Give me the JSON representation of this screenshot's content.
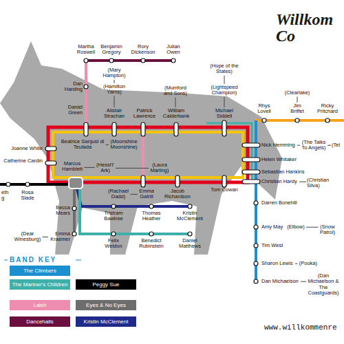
{
  "diagram": {
    "title": "Willkom Co",
    "nodes": [
      {
        "text": [
          "Martha Roswell"
        ]
      },
      {
        "text": [
          "Benjamin Gregory"
        ]
      },
      {
        "text": [
          "Rory Dickenson"
        ]
      },
      {
        "text": [
          "Julian Owen"
        ]
      },
      {
        "text": [
          "(Mary Hampton)"
        ]
      },
      {
        "text": [
          "(Hamilton Yarns)"
        ]
      },
      {
        "text": [
          "(Mumford and Sons)"
        ]
      },
      {
        "text": [
          "(Hope of the States)"
        ]
      },
      {
        "text": [
          "(Lightspeed Champion)"
        ]
      },
      {
        "text": [
          "Dan Harding"
        ]
      },
      {
        "text": [
          "Daniel Green"
        ]
      },
      {
        "text": [
          "Alistair Strachan"
        ]
      },
      {
        "text": [
          "Patrick Lawrence"
        ]
      },
      {
        "text": [
          "William Calderbank"
        ]
      },
      {
        "text": [
          "Michael Siddell"
        ]
      },
      {
        "text": [
          "Rhys Lovell"
        ]
      },
      {
        "text": [
          "(Clearlake)"
        ]
      },
      {
        "text": [
          "Jim Briffet"
        ]
      },
      {
        "text": [
          "Ricky Pritchard"
        ]
      },
      {
        "text": [
          "Joanne White"
        ]
      },
      {
        "text": [
          "Beatrice Sanjust di Teulada"
        ]
      },
      {
        "text": [
          "(Moonshine Moonshine)"
        ]
      },
      {
        "text": [
          "Nick Hemming"
        ]
      },
      {
        "text": [
          "(The Talks To Angels)"
        ]
      },
      {
        "text": [
          "(Tel"
        ]
      },
      {
        "text": [
          "Catherine Cardin"
        ]
      },
      {
        "text": [
          "Helen Whitaker"
        ]
      },
      {
        "text": [
          "Marcus Hamblett"
        ]
      },
      {
        "text": [
          "(Hessi'l' Ark)"
        ]
      },
      {
        "text": [
          "(Laura Marling)"
        ]
      },
      {
        "text": [
          "Sebastian Hankins"
        ]
      },
      {
        "text": [
          "Christian Hardy"
        ]
      },
      {
        "text": [
          "(Christian Silva)"
        ]
      },
      {
        "text": [
          "eth g"
        ]
      },
      {
        "text": [
          "Rosa Slade"
        ]
      },
      {
        "text": [
          "(Rachael Dadd)"
        ]
      },
      {
        "text": [
          "Emma Gatrill"
        ]
      },
      {
        "text": [
          "Jacob Richardson"
        ]
      },
      {
        "text": [
          "Tom Cowan"
        ]
      },
      {
        "text": [
          "Darren Bonehill"
        ]
      },
      {
        "text": [
          "Becca Mears"
        ]
      },
      {
        "text": [
          "Tristram Bawtree"
        ]
      },
      {
        "text": [
          "Thomas Heather"
        ]
      },
      {
        "text": [
          "Kristin McClement"
        ]
      },
      {
        "text": [
          "Amy May"
        ]
      },
      {
        "text": [
          "(Elbow)"
        ]
      },
      {
        "text": [
          "(Snow Patrol)"
        ]
      },
      {
        "text": [
          "(Dear Winesburg)"
        ]
      },
      {
        "text": [
          "Emma Kraemer"
        ]
      },
      {
        "text": [
          "Felix Weldon"
        ]
      },
      {
        "text": [
          "Benedict Rubinstein"
        ]
      },
      {
        "text": [
          "Daniel Matthews"
        ]
      },
      {
        "text": [
          "Tim West"
        ]
      },
      {
        "text": [
          "Sharon Lewis"
        ]
      },
      {
        "text": [
          "(Pooka)"
        ]
      },
      {
        "text": [
          "Dan Michaelson"
        ]
      },
      {
        "text": [
          "(Dan Michaelson & The Coastguards)"
        ]
      }
    ],
    "edges": [
      {
        "from": 11,
        "to": 5,
        "arrow": "none"
      },
      {
        "from": 5,
        "to": 4,
        "arrow": "none"
      },
      {
        "from": 13,
        "to": 6,
        "arrow": "none"
      },
      {
        "from": 14,
        "to": 8,
        "arrow": "none"
      },
      {
        "from": 8,
        "to": 7,
        "arrow": "none"
      },
      {
        "from": 17,
        "to": 16,
        "arrow": "none"
      },
      {
        "from": 20,
        "to": 21,
        "arrow": "none"
      },
      {
        "from": 27,
        "to": 28,
        "arrow": "none"
      },
      {
        "from": 28,
        "to": 29,
        "arrow": "none"
      },
      {
        "from": 22,
        "to": 23,
        "arrow": "none"
      },
      {
        "from": 23,
        "to": 24,
        "arrow": "none"
      },
      {
        "from": 31,
        "to": 32,
        "arrow": "none"
      },
      {
        "from": 36,
        "to": 35,
        "arrow": "none"
      },
      {
        "from": 44,
        "to": 45,
        "arrow": "none"
      },
      {
        "from": 45,
        "to": 46,
        "arrow": "none"
      },
      {
        "from": 53,
        "to": 54,
        "arrow": "none"
      },
      {
        "from": 55,
        "to": 56,
        "arrow": "none"
      },
      {
        "from": 48,
        "to": 47,
        "arrow": "none"
      }
    ],
    "labels": [
      "BAND KEY",
      "www.willkommenre"
    ],
    "legend": [
      {
        "text": "The Climbers",
        "color": "#1b8fd0"
      },
      {
        "text": "The Mariner's Children",
        "color": "#3fb0a7"
      },
      {
        "text": "Laish",
        "color": "#ef8db0"
      },
      {
        "text": "Dancehalls",
        "color": "#6a0f3e"
      },
      {
        "text": "Peggy Sue",
        "color": "#000000"
      },
      {
        "text": "Eyes & No Eyes",
        "color": "#6d6d6d"
      },
      {
        "text": "Kristin McClement",
        "color": "#1f2a8a"
      }
    ]
  }
}
